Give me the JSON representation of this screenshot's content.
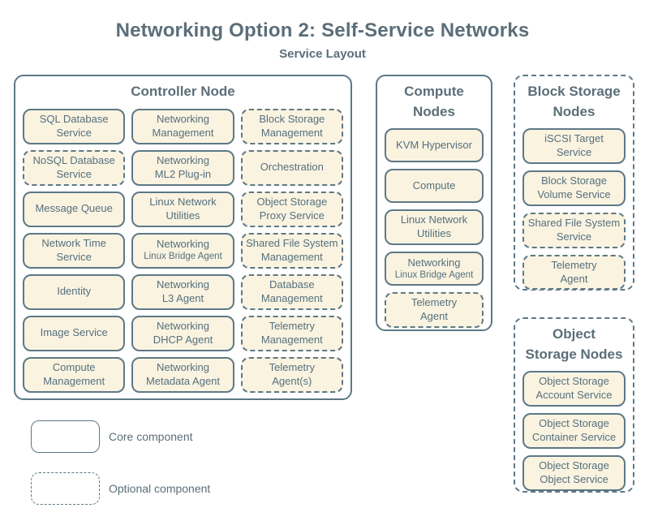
{
  "title": "Networking Option 2: Self-Service Networks",
  "subtitle": "Service Layout",
  "colors": {
    "background": "#ffffff",
    "box_fill": "#faf3e0",
    "stroke": "#5d7886",
    "box_text": "#54707e",
    "heading_text": "#5b6e79"
  },
  "groups": [
    {
      "title": "Controller Node",
      "style": "core",
      "items": [
        {
          "label": "SQL Database\nService",
          "style": "core"
        },
        {
          "label": "Networking\nManagement",
          "style": "core"
        },
        {
          "label": "Block Storage\nManagement",
          "style": "optional"
        },
        {
          "label": "NoSQL Database\nService",
          "style": "optional"
        },
        {
          "label": "Networking\nML2 Plug-in",
          "style": "core"
        },
        {
          "label": "Orchestration",
          "style": "optional"
        },
        {
          "label": "Message Queue",
          "style": "core"
        },
        {
          "label": "Linux Network\nUtilities",
          "style": "core"
        },
        {
          "label": "Object Storage\nProxy Service",
          "style": "optional"
        },
        {
          "label": "Network Time\nService",
          "style": "core"
        },
        {
          "label": "Networking",
          "sub": "Linux Bridge Agent",
          "style": "core"
        },
        {
          "label": "Shared File System\nManagement",
          "style": "optional"
        },
        {
          "label": "Identity",
          "style": "core"
        },
        {
          "label": "Networking\nL3 Agent",
          "style": "core"
        },
        {
          "label": "Database\nManagement",
          "style": "optional"
        },
        {
          "label": "Image Service",
          "style": "core"
        },
        {
          "label": "Networking\nDHCP Agent",
          "style": "core"
        },
        {
          "label": "Telemetry\nManagement",
          "style": "optional"
        },
        {
          "label": "Compute\nManagement",
          "style": "core"
        },
        {
          "label": "Networking\nMetadata Agent",
          "style": "core"
        },
        {
          "label": "Telemetry\nAgent(s)",
          "style": "optional"
        }
      ]
    },
    {
      "title": "Compute\nNodes",
      "style": "core",
      "items": [
        {
          "label": "KVM Hypervisor",
          "style": "core"
        },
        {
          "label": "Compute",
          "style": "core"
        },
        {
          "label": "Linux Network\nUtilities",
          "style": "core"
        },
        {
          "label": "Networking",
          "sub": "Linux Bridge Agent",
          "style": "core"
        },
        {
          "label": "Telemetry\nAgent",
          "style": "optional"
        }
      ]
    },
    {
      "title": "Block Storage\nNodes",
      "style": "optional",
      "items": [
        {
          "label": "iSCSI Target\nService",
          "style": "core"
        },
        {
          "label": "Block Storage\nVolume Service",
          "style": "core"
        },
        {
          "label": "Shared File System\nService",
          "style": "optional"
        },
        {
          "label": "Telemetry\nAgent",
          "style": "optional"
        }
      ]
    },
    {
      "title": "Object\nStorage Nodes",
      "style": "optional",
      "items": [
        {
          "label": "Object Storage\nAccount Service",
          "style": "core"
        },
        {
          "label": "Object Storage\nContainer Service",
          "style": "core"
        },
        {
          "label": "Object Storage\nObject Service",
          "style": "core"
        }
      ]
    }
  ],
  "legend": {
    "items": [
      {
        "label": "Core component",
        "style": "core"
      },
      {
        "label": "Optional component",
        "style": "optional"
      }
    ]
  }
}
